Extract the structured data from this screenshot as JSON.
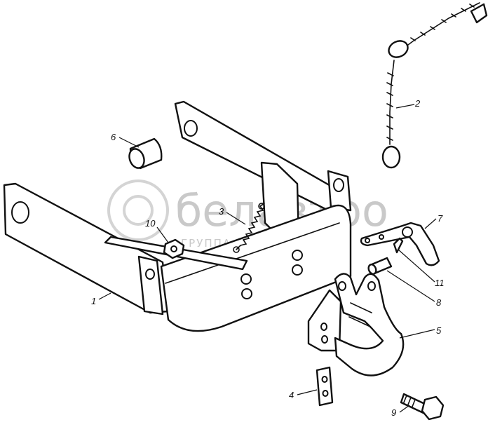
{
  "watermark": {
    "brand": "белавтро",
    "tagline": "ГРУППА КОМПАНИЙ"
  },
  "callouts": [
    {
      "id": "1",
      "label": "1"
    },
    {
      "id": "2",
      "label": "2"
    },
    {
      "id": "3",
      "label": "3"
    },
    {
      "id": "4",
      "label": "4"
    },
    {
      "id": "5",
      "label": "5"
    },
    {
      "id": "6",
      "label": "6"
    },
    {
      "id": "7",
      "label": "7"
    },
    {
      "id": "8",
      "label": "8"
    },
    {
      "id": "9",
      "label": "9"
    },
    {
      "id": "10",
      "label": "10"
    },
    {
      "id": "11",
      "label": "11"
    }
  ],
  "colors": {
    "line": "#111111",
    "watermark": "#c9c9c9"
  }
}
